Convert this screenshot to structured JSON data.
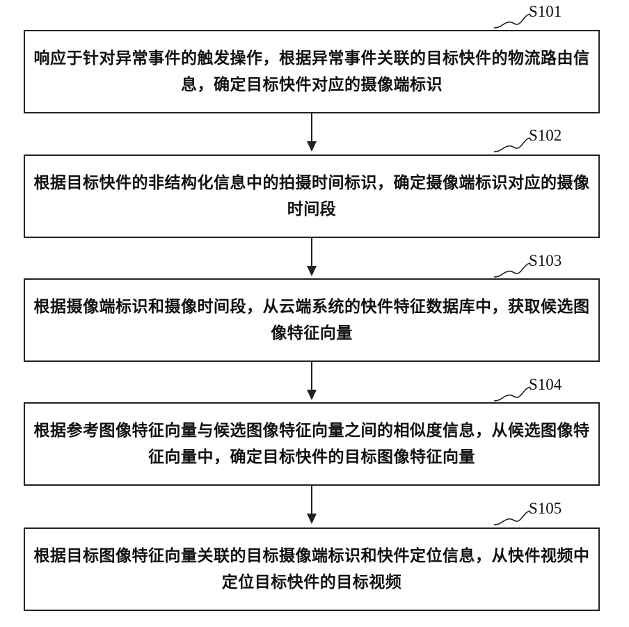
{
  "steps": [
    {
      "id": "S101",
      "text": "响应于针对异常事件的触发操作，根据异常事件关联的目标快件的物流路由信息，确定目标快件对应的摄像端标识"
    },
    {
      "id": "S102",
      "text": "根据目标快件的非结构化信息中的拍摄时间标识，确定摄像端标识对应的摄像时间段"
    },
    {
      "id": "S103",
      "text": "根据摄像端标识和摄像时间段，从云端系统的快件特征数据库中，获取候选图像特征向量"
    },
    {
      "id": "S104",
      "text": "根据参考图像特征向量与候选图像特征向量之间的相似度信息，从候选图像特征向量中，确定目标快件的目标图像特征向量"
    },
    {
      "id": "S105",
      "text": "根据目标图像特征向量关联的目标摄像端标识和快件定位信息，从快件视频中定位目标快件的目标视频"
    }
  ]
}
